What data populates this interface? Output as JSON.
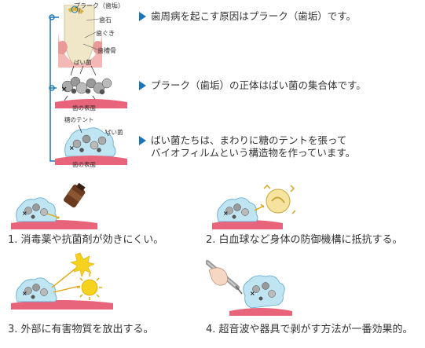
{
  "top": {
    "tooth_labels": {
      "plaque": "プラーク（歯垢）",
      "tartar": "歯石",
      "gum": "歯ぐき",
      "bone": "歯槽骨"
    },
    "panel2": {
      "bacteria_label": "ばい菌",
      "surface_label": "歯の表面"
    },
    "panel3": {
      "tent_label": "糖のテント",
      "bacteria_label": "ばい菌",
      "surface_label": "歯の表面"
    },
    "statements": [
      "歯周病を起こす原因はプラーク（歯垢）です。",
      "プラーク（歯垢）の正体はばい菌の集合体です。",
      "ばい菌たちは、まわりに糖のテントを張って",
      "バイオフィルムという構造物を作っています。"
    ]
  },
  "captions": [
    "1. 消毒薬や抗菌剤が効きにくい。",
    "2. 白血球など身体の防御機構に抵抗する。",
    "3. 外部に有害物質を放出する。",
    "4. 超音波や器具で剥がす方法が一番効果的。"
  ],
  "colors": {
    "accent_blue": "#1b75bc",
    "biofilm": "#bfe4f2",
    "surface": "#e8647a",
    "tooth": "#f0e6c8",
    "gum": "#f3b7b5",
    "toxin": "#f5d21e"
  },
  "icons": [
    "bracket-connector-icon",
    "blue-pointer-icon",
    "biofilm-icon",
    "medicine-bottle-icon",
    "white-blood-cell-icon",
    "toxin-burst-icon",
    "scaler-tool-icon"
  ]
}
